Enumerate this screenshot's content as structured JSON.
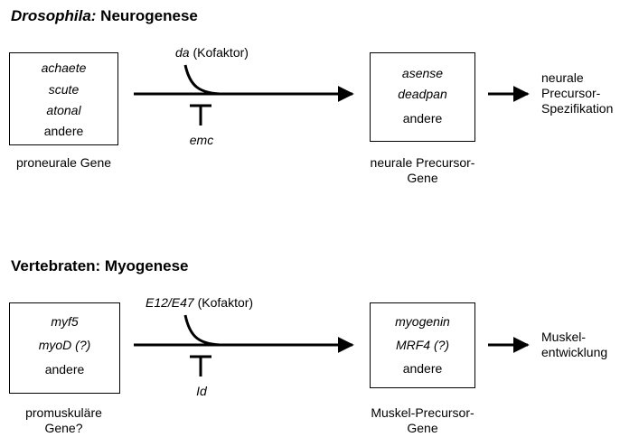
{
  "sections": [
    {
      "title_italic": "Drosophila:",
      "title_rest": " Neurogenese",
      "left_box": [
        "achaete",
        "scute",
        "atonal",
        "andere"
      ],
      "left_box_italic": [
        true,
        true,
        true,
        false
      ],
      "left_label": [
        "proneurale Gene"
      ],
      "cofactor_italic": "da",
      "cofactor_rest": " (Kofaktor)",
      "inhibitor": "emc",
      "mid_box": [
        "asense",
        "deadpan",
        "andere"
      ],
      "mid_box_italic": [
        true,
        true,
        false
      ],
      "mid_label": [
        "neurale Precursor-",
        "Gene"
      ],
      "outcome": [
        "neurale",
        "Precursor-",
        "Spezifikation"
      ]
    },
    {
      "title_italic": "",
      "title_rest": "Vertebraten: Myogenese",
      "left_box": [
        "myf5",
        "myoD (?)",
        "andere"
      ],
      "left_box_italic": [
        true,
        true,
        false
      ],
      "left_label": [
        "promuskuläre",
        "Gene?"
      ],
      "cofactor_italic": "E12/E47",
      "cofactor_rest": " (Kofaktor)",
      "inhibitor": "Id",
      "mid_box": [
        "myogenin",
        "MRF4 (?)",
        "andere"
      ],
      "mid_box_italic": [
        true,
        true,
        false
      ],
      "mid_label": [
        "Muskel-Precursor-",
        "Gene"
      ],
      "outcome": [
        "Muskel-",
        "entwicklung"
      ]
    }
  ]
}
